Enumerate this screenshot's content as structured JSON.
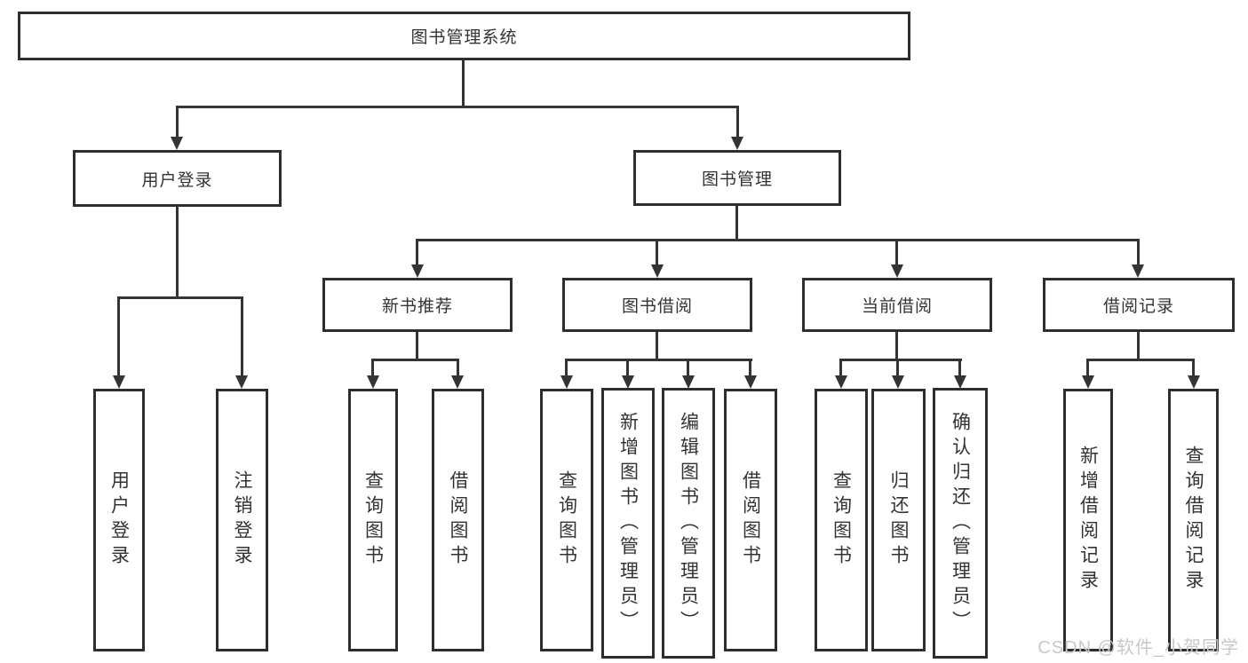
{
  "diagram": {
    "colors": {
      "line": "#343434",
      "box_border": "#2e2e2e",
      "text": "#333333",
      "watermark": "#c8c8c8",
      "background": "#ffffff"
    },
    "tree": {
      "label": "图书管理系统",
      "children": [
        {
          "label": "用户登录",
          "children": [
            {
              "label": "用户登录"
            },
            {
              "label": "注销登录"
            }
          ]
        },
        {
          "label": "图书管理",
          "children": [
            {
              "label": "新书推荐",
              "children": [
                {
                  "label": "查询图书"
                },
                {
                  "label": "借阅图书"
                }
              ]
            },
            {
              "label": "图书借阅",
              "children": [
                {
                  "label": "查询图书"
                },
                {
                  "label": "新增图书（管理员）"
                },
                {
                  "label": "编辑图书（管理员）"
                },
                {
                  "label": "借阅图书"
                }
              ]
            },
            {
              "label": "当前借阅",
              "children": [
                {
                  "label": "查询图书"
                },
                {
                  "label": "归还图书"
                },
                {
                  "label": "确认归还（管理员）"
                }
              ]
            },
            {
              "label": "借阅记录",
              "children": [
                {
                  "label": "新增借阅记录"
                },
                {
                  "label": "查询借阅记录"
                }
              ]
            }
          ]
        }
      ]
    },
    "watermark": {
      "text": "CSDN @软件_小贺同学"
    }
  }
}
